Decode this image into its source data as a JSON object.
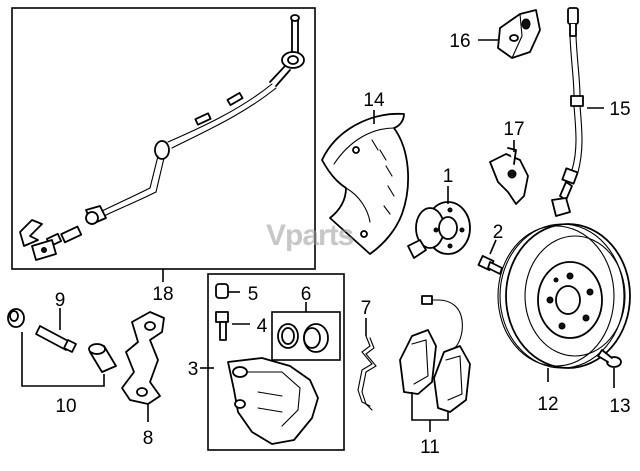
{
  "diagram": {
    "watermark": "Vparts",
    "callouts": {
      "c1": "1",
      "c2": "2",
      "c3": "3",
      "c4": "4",
      "c5": "5",
      "c6": "6",
      "c7": "7",
      "c8": "8",
      "c9": "9",
      "c10": "10",
      "c11": "11",
      "c12": "12",
      "c13": "13",
      "c14": "14",
      "c15": "15",
      "c16": "16",
      "c17": "17",
      "c18": "18"
    }
  }
}
